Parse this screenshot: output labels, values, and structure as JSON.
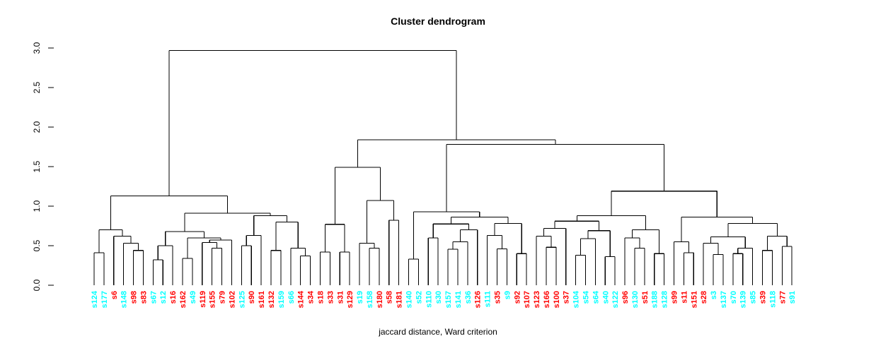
{
  "title": "Cluster dendrogram",
  "subtitle": "jaccard distance, Ward criterion",
  "chart_data": {
    "type": "dendrogram",
    "ylabel": "",
    "ylim": [
      0.0,
      3.0
    ],
    "yticks": [
      "0.0",
      "0.5",
      "1.0",
      "1.5",
      "2.0",
      "2.5",
      "3.0"
    ],
    "ytick_values": [
      0.0,
      0.5,
      1.0,
      1.5,
      2.0,
      2.5,
      3.0
    ],
    "grid": "off",
    "line_color": "#000000",
    "cluster_colors": {
      "red": "#ff0000",
      "cyan": "#00ffff"
    },
    "leaves": [
      {
        "label": "s124",
        "color": "#00ffff"
      },
      {
        "label": "s177",
        "color": "#00ffff"
      },
      {
        "label": "s6",
        "color": "#ff0000"
      },
      {
        "label": "s148",
        "color": "#00ffff"
      },
      {
        "label": "s98",
        "color": "#ff0000"
      },
      {
        "label": "s83",
        "color": "#ff0000"
      },
      {
        "label": "s67",
        "color": "#00ffff"
      },
      {
        "label": "s12",
        "color": "#00ffff"
      },
      {
        "label": "s16",
        "color": "#ff0000"
      },
      {
        "label": "s162",
        "color": "#ff0000"
      },
      {
        "label": "s49",
        "color": "#00ffff"
      },
      {
        "label": "s119",
        "color": "#ff0000"
      },
      {
        "label": "s155",
        "color": "#ff0000"
      },
      {
        "label": "s79",
        "color": "#ff0000"
      },
      {
        "label": "s102",
        "color": "#ff0000"
      },
      {
        "label": "s125",
        "color": "#00ffff"
      },
      {
        "label": "s90",
        "color": "#ff0000"
      },
      {
        "label": "s161",
        "color": "#ff0000"
      },
      {
        "label": "s132",
        "color": "#ff0000"
      },
      {
        "label": "s159",
        "color": "#00ffff"
      },
      {
        "label": "s66",
        "color": "#00ffff"
      },
      {
        "label": "s144",
        "color": "#ff0000"
      },
      {
        "label": "s34",
        "color": "#ff0000"
      },
      {
        "label": "s18",
        "color": "#ff0000"
      },
      {
        "label": "s33",
        "color": "#ff0000"
      },
      {
        "label": "s31",
        "color": "#ff0000"
      },
      {
        "label": "s129",
        "color": "#ff0000"
      },
      {
        "label": "s19",
        "color": "#00ffff"
      },
      {
        "label": "s158",
        "color": "#00ffff"
      },
      {
        "label": "s180",
        "color": "#ff0000"
      },
      {
        "label": "s58",
        "color": "#ff0000"
      },
      {
        "label": "s181",
        "color": "#ff0000"
      },
      {
        "label": "s140",
        "color": "#00ffff"
      },
      {
        "label": "s52",
        "color": "#00ffff"
      },
      {
        "label": "s110",
        "color": "#00ffff"
      },
      {
        "label": "s30",
        "color": "#00ffff"
      },
      {
        "label": "s157",
        "color": "#00ffff"
      },
      {
        "label": "s141",
        "color": "#00ffff"
      },
      {
        "label": "s36",
        "color": "#00ffff"
      },
      {
        "label": "s126",
        "color": "#ff0000"
      },
      {
        "label": "s111",
        "color": "#00ffff"
      },
      {
        "label": "s35",
        "color": "#ff0000"
      },
      {
        "label": "s9",
        "color": "#00ffff"
      },
      {
        "label": "s92",
        "color": "#ff0000"
      },
      {
        "label": "s107",
        "color": "#ff0000"
      },
      {
        "label": "s123",
        "color": "#ff0000"
      },
      {
        "label": "s166",
        "color": "#ff0000"
      },
      {
        "label": "s100",
        "color": "#ff0000"
      },
      {
        "label": "s37",
        "color": "#ff0000"
      },
      {
        "label": "s104",
        "color": "#00ffff"
      },
      {
        "label": "s54",
        "color": "#00ffff"
      },
      {
        "label": "s64",
        "color": "#00ffff"
      },
      {
        "label": "s40",
        "color": "#00ffff"
      },
      {
        "label": "s122",
        "color": "#00ffff"
      },
      {
        "label": "s96",
        "color": "#ff0000"
      },
      {
        "label": "s130",
        "color": "#00ffff"
      },
      {
        "label": "s51",
        "color": "#ff0000"
      },
      {
        "label": "s188",
        "color": "#00ffff"
      },
      {
        "label": "s128",
        "color": "#00ffff"
      },
      {
        "label": "s99",
        "color": "#ff0000"
      },
      {
        "label": "s11",
        "color": "#ff0000"
      },
      {
        "label": "s151",
        "color": "#ff0000"
      },
      {
        "label": "s28",
        "color": "#ff0000"
      },
      {
        "label": "s3",
        "color": "#00ffff"
      },
      {
        "label": "s137",
        "color": "#00ffff"
      },
      {
        "label": "s70",
        "color": "#00ffff"
      },
      {
        "label": "s139",
        "color": "#00ffff"
      },
      {
        "label": "s85",
        "color": "#00ffff"
      },
      {
        "label": "s39",
        "color": "#ff0000"
      },
      {
        "label": "s118",
        "color": "#00ffff"
      },
      {
        "label": "s77",
        "color": "#ff0000"
      },
      {
        "label": "s91",
        "color": "#00ffff"
      }
    ],
    "merges": [
      2.97,
      [
        1.13,
        [
          0.7,
          [
            0.41,
            0,
            1
          ],
          [
            0.62,
            2,
            [
              0.53,
              3,
              [
                0.44,
                4,
                5
              ]
            ]
          ]
        ],
        [
          0.91,
          [
            0.68,
            [
              0.5,
              [
                0.32,
                6,
                7
              ],
              8
            ],
            [
              0.6,
              [
                0.34,
                9,
                10
              ],
              [
                0.57,
                [
                  0.54,
                  11,
                  [
                    0.47,
                    12,
                    13
                  ]
                ],
                14
              ]
            ]
          ],
          [
            0.88,
            [
              0.63,
              [
                0.5,
                15,
                16
              ],
              17
            ],
            [
              0.8,
              [
                0.44,
                18,
                19
              ],
              [
                0.47,
                20,
                [
                  0.37,
                  21,
                  22
                ]
              ]
            ]
          ]
        ]
      ],
      [
        1.84,
        [
          1.49,
          [
            0.77,
            [
              0.42,
              23,
              24
            ],
            [
              0.42,
              25,
              26
            ]
          ],
          [
            1.07,
            [
              0.53,
              27,
              [
                0.47,
                28,
                29
              ]
            ],
            [
              0.82,
              30,
              31
            ]
          ]
        ],
        [
          1.78,
          [
            0.93,
            [
              0.33,
              32,
              33
            ],
            [
              0.86,
              [
                0.775,
                [
                  0.6,
                  34,
                  35
                ],
                [
                  0.7,
                  [
                    0.55,
                    [
                      0.455,
                      36,
                      37
                    ],
                    38
                  ],
                  39
                ]
              ],
              [
                0.78,
                [
                  0.63,
                  40,
                  [
                    0.46,
                    41,
                    42
                  ]
                ],
                [
                  0.4,
                  43,
                  44
                ]
              ]
            ]
          ],
          [
            1.19,
            [
              0.88,
              [
                0.81,
                [
                  0.72,
                  [
                    0.62,
                    45,
                    [
                      0.48,
                      46,
                      47
                    ]
                  ],
                  48
                ],
                [
                  0.69,
                  [
                    0.59,
                    [
                      0.38,
                      49,
                      50
                    ],
                    51
                  ],
                  [
                    0.36,
                    52,
                    53
                  ]
                ]
              ],
              [
                0.7,
                [
                  0.6,
                  54,
                  [
                    0.47,
                    55,
                    56
                  ]
                ],
                [
                  0.4,
                  57,
                  58
                ]
              ]
            ],
            [
              0.86,
              [
                0.55,
                59,
                [
                  0.41,
                  60,
                  61
                ]
              ],
              [
                0.78,
                [
                  0.61,
                  [
                    0.53,
                    62,
                    [
                      0.39,
                      63,
                      64
                    ]
                  ],
                  [
                    0.47,
                    [
                      0.4,
                      65,
                      66
                    ],
                    67
                  ]
                ],
                [
                  0.62,
                  [
                    0.44,
                    68,
                    69
                  ],
                  [
                    0.49,
                    70,
                    71
                  ]
                ]
              ]
            ]
          ]
        ]
      ]
    ]
  }
}
